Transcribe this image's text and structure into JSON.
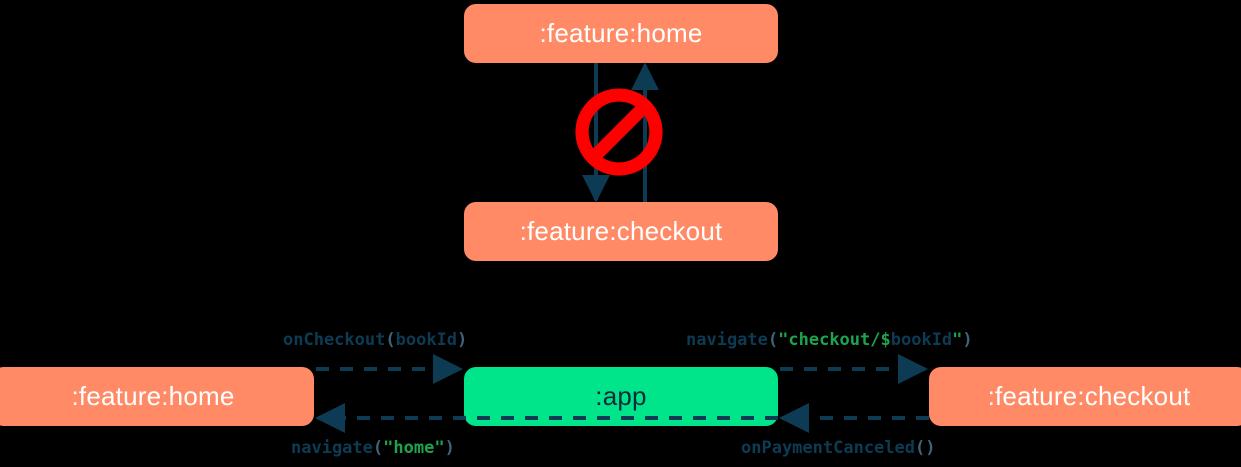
{
  "diagram": {
    "title": "module navigation dependency diagram",
    "colors": {
      "background": "#000000",
      "feature_module": "#FF8A65",
      "app_module": "#00E58A",
      "arrow": "#0D3B54",
      "forbidden": "#FF0000",
      "string_literal": "#1EA34E",
      "feature_label_text": "#FFFFFF",
      "app_label_text": "#0C2B3A"
    },
    "top_cluster": {
      "description": "direct dependency between feature modules marked as forbidden",
      "nodes": [
        {
          "id": "top-home",
          "label": ":feature:home",
          "type": "feature"
        },
        {
          "id": "top-checkout",
          "label": ":feature:checkout",
          "type": "feature"
        }
      ],
      "badge": {
        "icon": "forbidden-icon",
        "meaning": "not allowed"
      },
      "edges": [
        {
          "from": "top-home",
          "to": "top-checkout",
          "style": "solid",
          "direction": "down"
        },
        {
          "from": "top-checkout",
          "to": "top-home",
          "style": "solid",
          "direction": "up"
        }
      ]
    },
    "bottom_cluster": {
      "description": "feature modules communicate through the app module",
      "nodes": [
        {
          "id": "bottom-home",
          "label": ":feature:home",
          "type": "feature"
        },
        {
          "id": "bottom-app",
          "label": ":app",
          "type": "app"
        },
        {
          "id": "bottom-checkout",
          "label": ":feature:checkout",
          "type": "feature"
        }
      ],
      "edges": [
        {
          "id": "on-checkout",
          "from": "bottom-home",
          "to": "bottom-app",
          "style": "dashed",
          "direction": "right",
          "label": "onCheckout(bookId)",
          "tokens": [
            {
              "text": "onCheckout",
              "kind": "fn"
            },
            {
              "text": "(",
              "kind": "punct"
            },
            {
              "text": "bookId",
              "kind": "arg"
            },
            {
              "text": ")",
              "kind": "punct"
            }
          ]
        },
        {
          "id": "navigate-checkout",
          "from": "bottom-app",
          "to": "bottom-checkout",
          "style": "dashed",
          "direction": "right",
          "label": "navigate(\"checkout/$bookId\")",
          "tokens": [
            {
              "text": "navigate",
              "kind": "fn"
            },
            {
              "text": "(",
              "kind": "punct"
            },
            {
              "text": "\"checkout/",
              "kind": "str"
            },
            {
              "text": "$",
              "kind": "str"
            },
            {
              "text": "bookId",
              "kind": "var"
            },
            {
              "text": "\"",
              "kind": "str"
            },
            {
              "text": ")",
              "kind": "punct"
            }
          ]
        },
        {
          "id": "navigate-home",
          "from": "bottom-app",
          "to": "bottom-home",
          "style": "dashed",
          "direction": "left",
          "label": "navigate(\"home\")",
          "tokens": [
            {
              "text": "navigate",
              "kind": "fn"
            },
            {
              "text": "(",
              "kind": "punct"
            },
            {
              "text": "\"home\"",
              "kind": "str"
            },
            {
              "text": ")",
              "kind": "punct"
            }
          ]
        },
        {
          "id": "on-payment-canceled",
          "from": "bottom-checkout",
          "to": "bottom-app",
          "style": "dashed",
          "direction": "left",
          "label": "onPaymentCanceled()",
          "tokens": [
            {
              "text": "onPaymentCanceled",
              "kind": "fn"
            },
            {
              "text": "()",
              "kind": "punct"
            }
          ]
        }
      ]
    }
  }
}
